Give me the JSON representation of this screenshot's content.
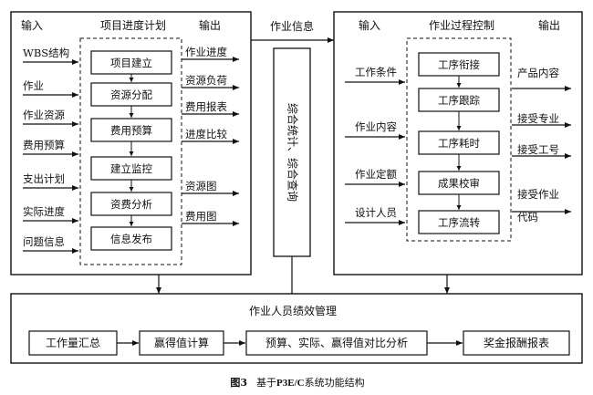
{
  "left_panel": {
    "input_header": "输入",
    "plan_header": "项目进度计划",
    "output_header": "输出",
    "inputs": [
      "WBS结构",
      "作业",
      "作业资源",
      "费用预算",
      "支出计划",
      "实际进度",
      "问题信息"
    ],
    "steps": [
      "项目建立",
      "资源分配",
      "费用预算",
      "建立监控",
      "资费分析",
      "信息发布"
    ],
    "outputs": [
      "作业进度",
      "资源负荷",
      "费用报表",
      "进度比较",
      "资源图",
      "费用图"
    ]
  },
  "middle": {
    "flow_label": "作业信息",
    "stats_box": "综合统计、综合查询"
  },
  "right_panel": {
    "input_header": "输入",
    "control_header": "作业过程控制",
    "output_header": "输出",
    "inputs": [
      "工作条件",
      "作业内容",
      "作业定额",
      "设计人员"
    ],
    "steps": [
      "工序衔接",
      "工序跟踪",
      "工序耗时",
      "成果校审",
      "工序流转"
    ],
    "outputs": [
      "产品内容",
      "接受专业",
      "接受工号",
      "接受作业",
      "代码"
    ]
  },
  "bottom_panel": {
    "title": "作业人员绩效管理",
    "steps": [
      "工作量汇总",
      "赢得值计算",
      "预算、实际、赢得值对比分析",
      "奖金报酬报表"
    ]
  },
  "caption": {
    "fig_no": "图3",
    "text_before": "基于",
    "brand": "P3E/C",
    "text_after": "系统功能结构"
  }
}
